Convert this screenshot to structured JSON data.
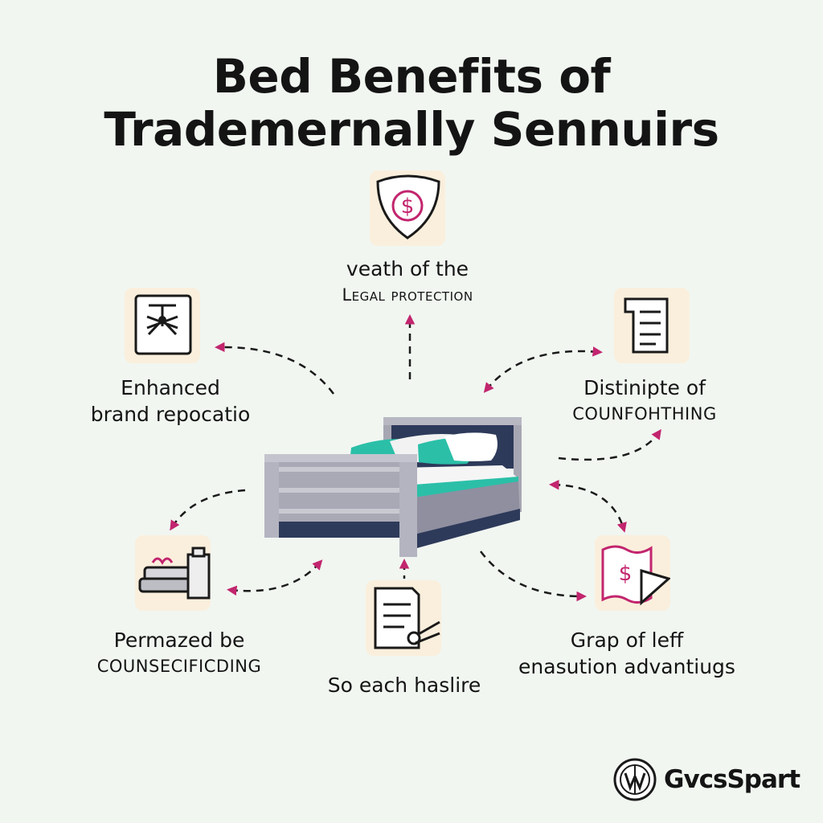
{
  "title": {
    "line1": "Bed Benefits of",
    "line2": "Trademernally Sennuirs"
  },
  "nodes": {
    "top": {
      "icon": "shield-dollar-icon",
      "line1": "veath of the",
      "line2": "Legal protection"
    },
    "top_left": {
      "icon": "framed-emblem-icon",
      "line1": "Enhanced",
      "line2": "brand repocatio"
    },
    "top_right": {
      "icon": "document-icon",
      "line1": "Distinipte of",
      "line2": "COUNFOHTHING"
    },
    "bottom_left": {
      "icon": "sofa-gift-icon",
      "line1": "Permazed be",
      "line2": "COUNSECIFICDING"
    },
    "bottom_center": {
      "icon": "document-scissors-icon",
      "line1": "So each haslire"
    },
    "bottom_right": {
      "icon": "map-play-icon",
      "line1": "Grap of leff",
      "line2": "enasution advantiugs"
    }
  },
  "center_icon": "bed-illustration",
  "logo": {
    "icon": "globe-emblem-icon",
    "text": "GvcsSpart"
  },
  "colors": {
    "background": "#f1f6f1",
    "tile": "#faefdc",
    "accent": "#c2256e",
    "teal": "#2bbfa8",
    "bed_frame": "#9a9aa8",
    "bed_dark": "#2e3a5a"
  }
}
